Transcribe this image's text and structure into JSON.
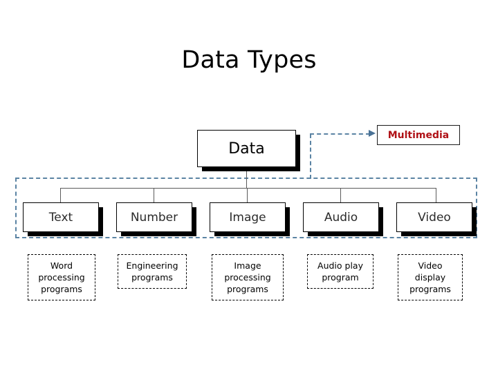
{
  "slide": {
    "title": "Data Types",
    "background": "#FFFFFF"
  },
  "colors": {
    "accent_red": "#B01116",
    "dashed_blue": "#5A83A3",
    "box_border": "#000000",
    "shadow": "#000000",
    "connector": "#5A5A5A"
  },
  "diagram": {
    "type": "tree-hierarchy",
    "root": {
      "label": "Data"
    },
    "callout": {
      "label": "Multimedia",
      "color": "#B01116"
    },
    "children": [
      {
        "label": "Text",
        "description_lines": [
          "Word",
          "processing",
          "programs"
        ]
      },
      {
        "label": "Number",
        "description_lines": [
          "Engineering",
          "programs"
        ]
      },
      {
        "label": "Image",
        "description_lines": [
          "Image",
          "processing",
          "programs"
        ]
      },
      {
        "label": "Audio",
        "description_lines": [
          "Audio play",
          "program"
        ]
      },
      {
        "label": "Video",
        "description_lines": [
          "Video",
          "display",
          "programs"
        ]
      }
    ]
  }
}
